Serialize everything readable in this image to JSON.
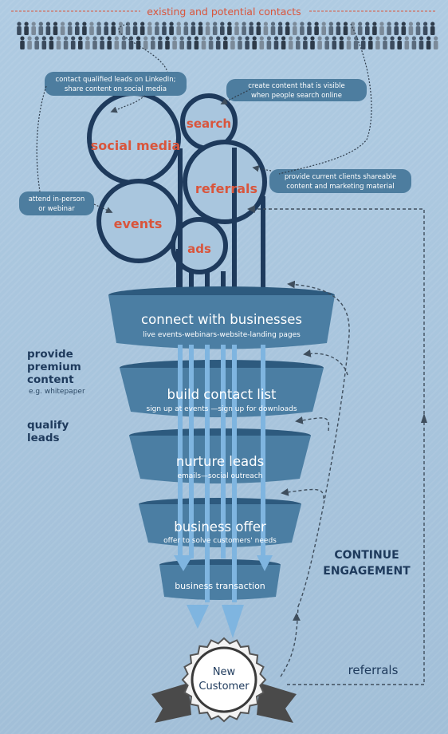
{
  "header": {
    "title": "existing and potential contacts"
  },
  "channels": {
    "social_media": "social media",
    "search": "search",
    "referrals": "referrals",
    "events": "events",
    "ads": "ads"
  },
  "callouts": {
    "linkedin": [
      "contact qualified leads on LinkedIn;",
      "share content on social media"
    ],
    "search": [
      "create content that is visible",
      "when people search online"
    ],
    "referrals": [
      "provide current clients shareable",
      "content and marketing material"
    ],
    "events": [
      "attend in-person",
      "or webinar"
    ]
  },
  "funnel": [
    {
      "title": "connect with businesses",
      "subtitle": "live events-webinars-website-landing pages"
    },
    {
      "title": "build contact list",
      "subtitle": "sign up at events —sign up for downloads"
    },
    {
      "title": "nurture leads",
      "subtitle": "emails—social outreach"
    },
    {
      "title": "business offer",
      "subtitle": "offer to solve customers' needs"
    },
    {
      "title": "business transaction",
      "subtitle": ""
    }
  ],
  "side_notes": {
    "premium": [
      "provide",
      "premium",
      "content"
    ],
    "premium_example": "e.g. whitepaper",
    "qualify": [
      "qualify",
      "leads"
    ],
    "continue": [
      "CONTINUE",
      "ENGAGEMENT"
    ],
    "referrals": "referrals"
  },
  "badge": {
    "line1": "New",
    "line2": "Customer"
  },
  "colors": {
    "navy": "#1e3a5c",
    "accent": "#d9553c",
    "tier": "#4b7ea3",
    "arrow": "#7fb5e0"
  }
}
